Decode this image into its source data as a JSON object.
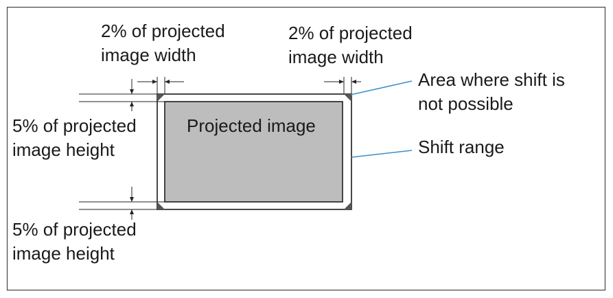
{
  "labels": {
    "width_left": [
      "2% of projected",
      "image width"
    ],
    "width_right": [
      "2% of projected",
      "image width"
    ],
    "height_top": [
      "5% of projected",
      "image height"
    ],
    "height_bottom": [
      "5% of projected",
      "image height"
    ],
    "area_not_possible": [
      "Area where shift is",
      "not possible"
    ],
    "shift_range": "Shift range",
    "projected_image": "Projected image"
  },
  "colors": {
    "frame": "#3a3a3a",
    "projected_fill": "#bdbdbd",
    "corner_fill": "#555555",
    "leader_line": "#3c8ec9",
    "dimension_line": "#222222"
  }
}
